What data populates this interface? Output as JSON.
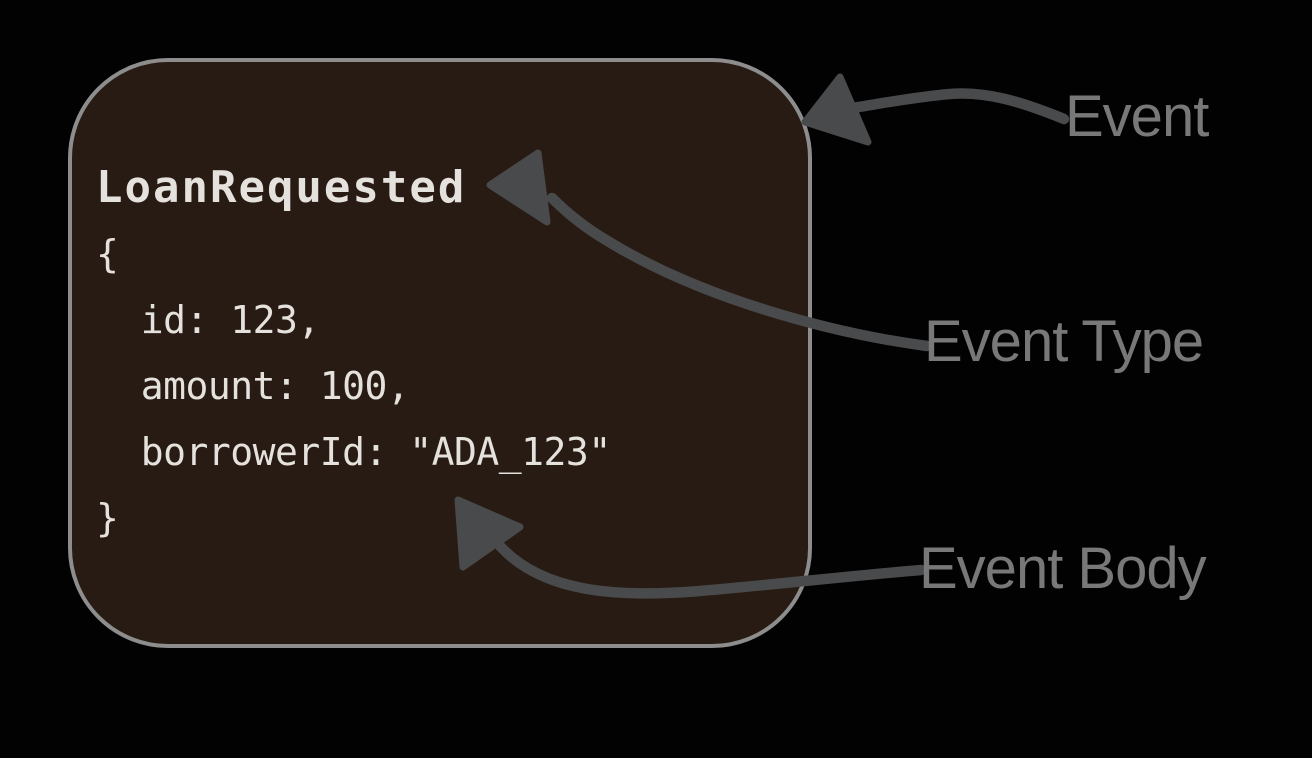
{
  "diagram": {
    "event_card": {
      "title": "LoanRequested",
      "code_lines": [
        "{",
        "  id: 123,",
        "  amount: 100,",
        "  borrowerId: \"ADA_123\"",
        "}"
      ]
    },
    "labels": {
      "event": "Event",
      "event_type": "Event Type",
      "event_body": "Event Body"
    },
    "colors": {
      "background": "#020202",
      "card_fill": "#271b13",
      "card_border": "#8d8d8d",
      "code_text": "#e5e1dc",
      "arrow": "#494a4c",
      "label_text": "#787878"
    }
  }
}
